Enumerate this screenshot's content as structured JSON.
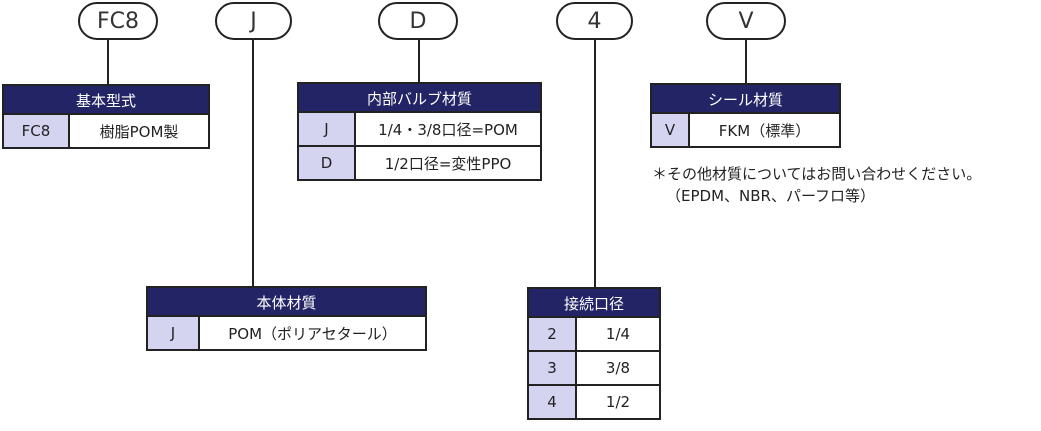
{
  "codes": [
    "FC8",
    "J",
    "D",
    "4",
    "V"
  ],
  "base_model": {
    "title": "基本型式",
    "rows": [
      {
        "code": "FC8",
        "desc": "樹脂POM製"
      }
    ]
  },
  "body_material": {
    "title": "本体材質",
    "rows": [
      {
        "code": "J",
        "desc": "POM（ポリアセタール）"
      }
    ]
  },
  "inner_valve": {
    "title": "内部バルブ材質",
    "rows": [
      {
        "code": "J",
        "desc": "1/4・3/8口径=POM"
      },
      {
        "code": "D",
        "desc": "1/2口径=変性PPO"
      }
    ]
  },
  "connection": {
    "title": "接続口径",
    "rows": [
      {
        "code": "2",
        "desc": "1/4"
      },
      {
        "code": "3",
        "desc": "3/8"
      },
      {
        "code": "4",
        "desc": "1/2"
      }
    ]
  },
  "seal_material": {
    "title": "シール材質",
    "rows": [
      {
        "code": "V",
        "desc": "FKM（標準）"
      }
    ]
  },
  "note": {
    "line1": "＊その他材質についてはお問い合わせください。",
    "line2": "（EPDM、NBR、パーフロ等）"
  },
  "colors": {
    "header_bg": "#232466",
    "code_cell_bg": "#d4d4f1",
    "border": "#222222"
  }
}
